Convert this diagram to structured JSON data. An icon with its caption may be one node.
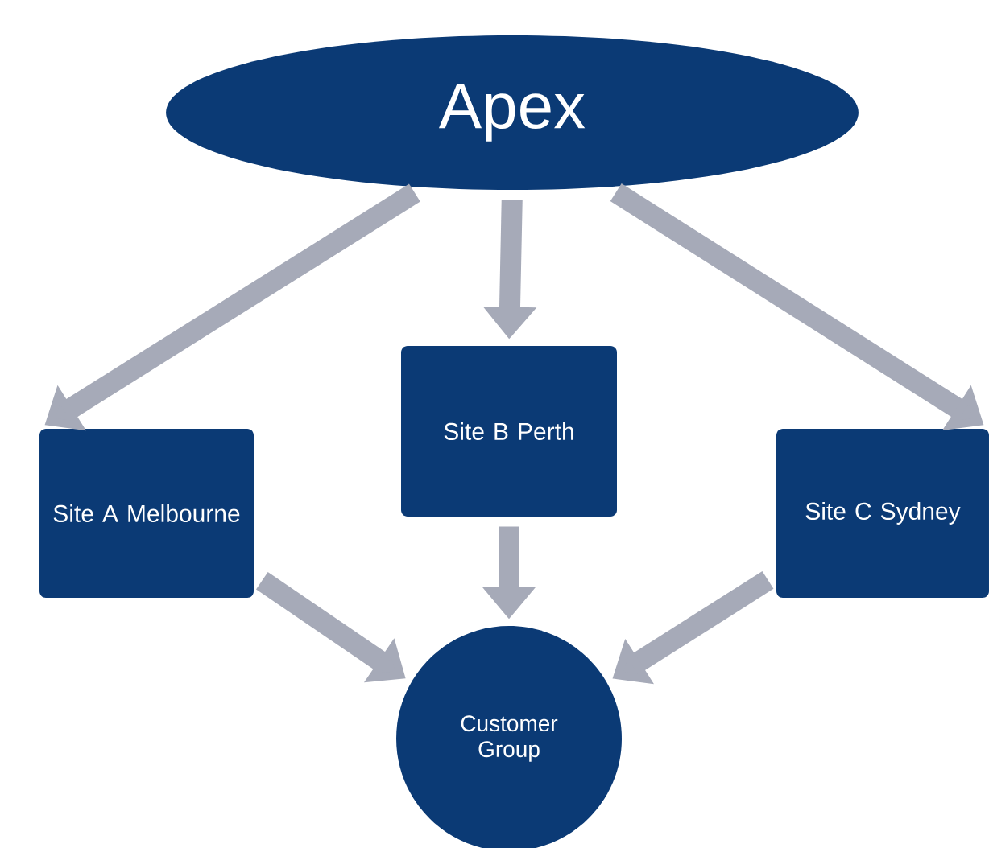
{
  "diagram": {
    "nodes": [
      {
        "text": [
          "Apex"
        ]
      },
      {
        "text": [
          "Site A Melbourne"
        ]
      },
      {
        "text": [
          "Site B Perth"
        ]
      },
      {
        "text": [
          "Site C Sydney"
        ]
      },
      {
        "text": [
          "Customer Group"
        ]
      }
    ],
    "edges": [
      {
        "from": 0,
        "to": 1,
        "arrow": "to"
      },
      {
        "from": 0,
        "to": 2,
        "arrow": "to"
      },
      {
        "from": 0,
        "to": 3,
        "arrow": "to"
      },
      {
        "from": 1,
        "to": 4,
        "arrow": "to"
      },
      {
        "from": 2,
        "to": 4,
        "arrow": "to"
      },
      {
        "from": 3,
        "to": 4,
        "arrow": "to"
      }
    ]
  }
}
